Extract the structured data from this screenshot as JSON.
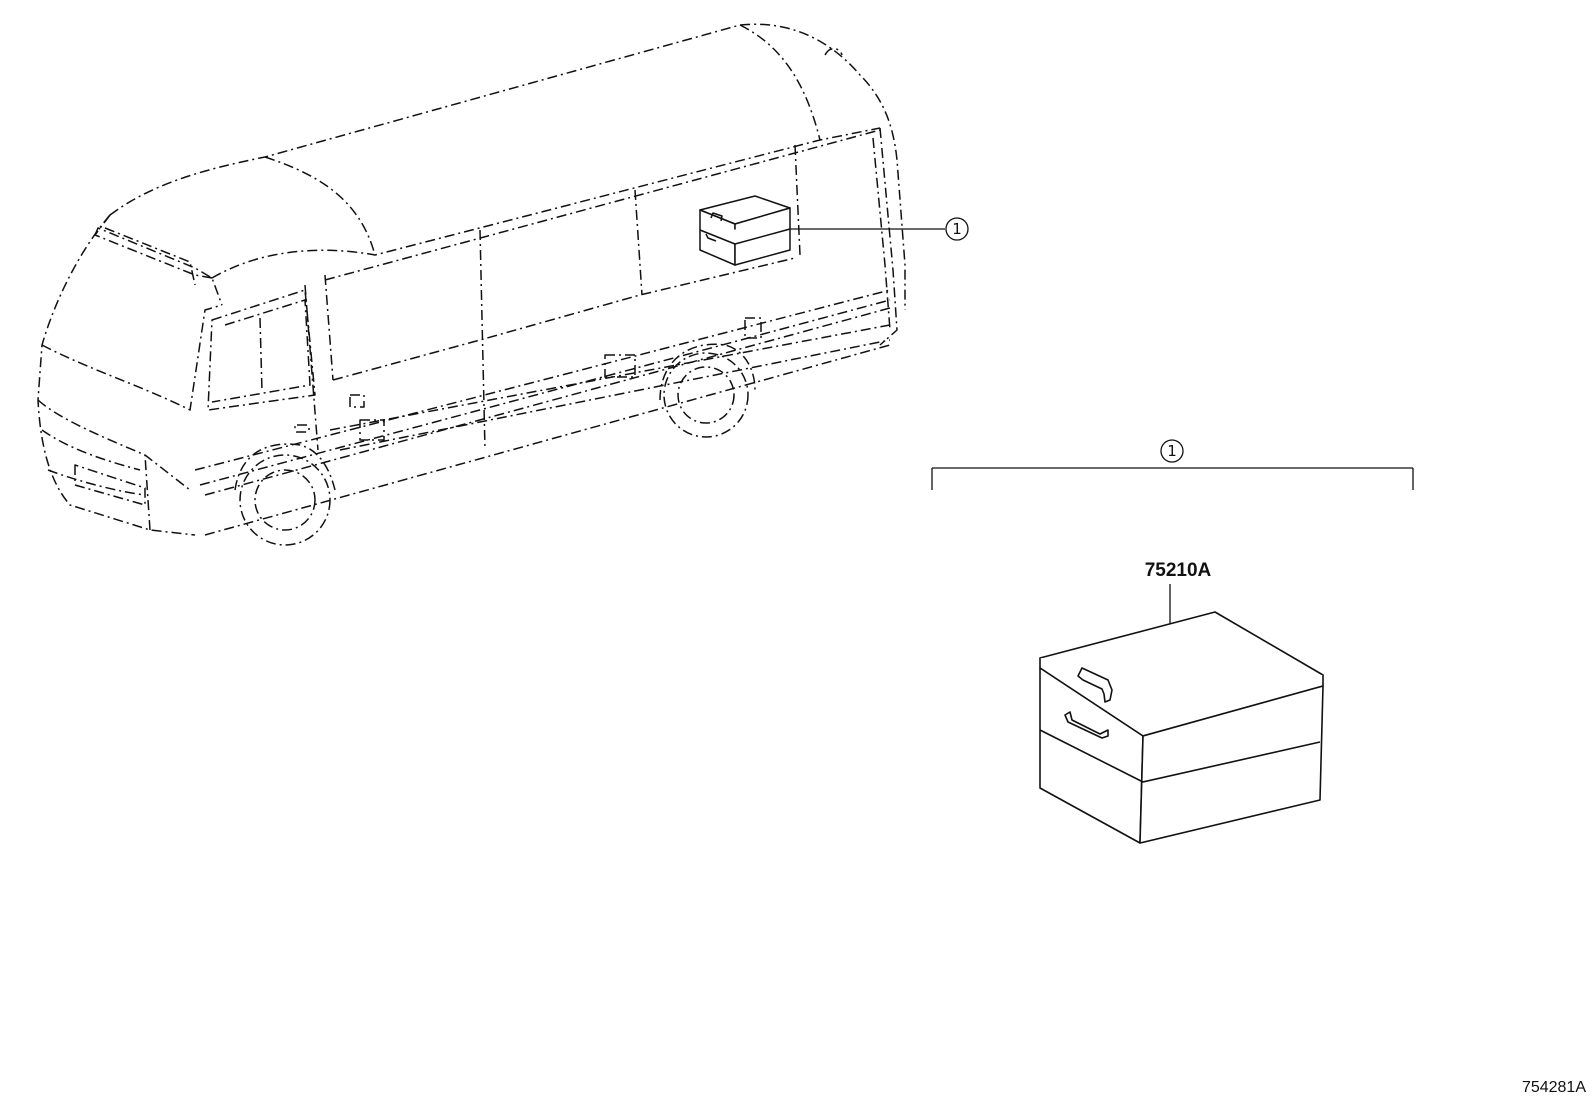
{
  "callouts": [
    {
      "id": "1",
      "label": "1"
    },
    {
      "id": "1b",
      "label": "1"
    }
  ],
  "parts": [
    {
      "part_number": "75210A"
    }
  ],
  "figure_id": "754281A",
  "colors": {
    "line": "#111111",
    "background": "#ffffff"
  }
}
